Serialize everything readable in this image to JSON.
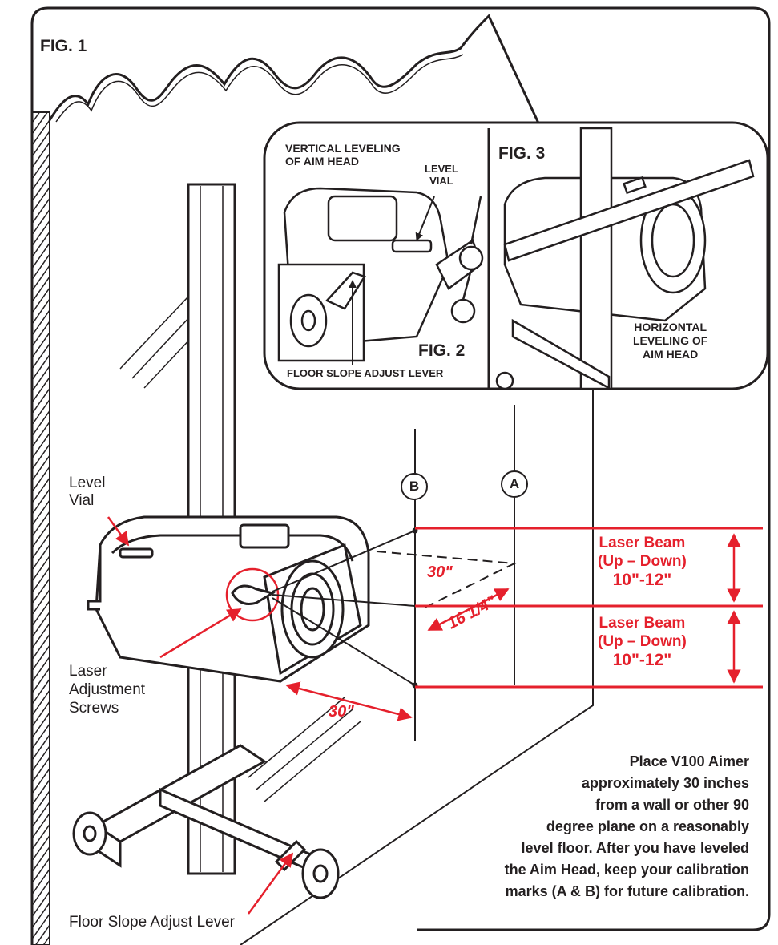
{
  "figures": {
    "fig1": "FIG. 1",
    "fig2": "FIG. 2",
    "fig3": "FIG. 3"
  },
  "inset_fig2": {
    "title_line1": "VERTICAL LEVELING",
    "title_line2": "OF AIM HEAD",
    "level_vial_line1": "LEVEL",
    "level_vial_line2": "VIAL",
    "floor_slope_label": "FLOOR SLOPE ADJUST LEVER"
  },
  "inset_fig3": {
    "caption_line1": "HORIZONTAL",
    "caption_line2": "LEVELING OF",
    "caption_line3": "AIM HEAD"
  },
  "main_labels": {
    "level_vial_line1": "Level",
    "level_vial_line2": "Vial",
    "laser_screws_line1": "Laser",
    "laser_screws_line2": "Adjustment",
    "laser_screws_line3": "Screws",
    "floor_slope_lever": "Floor Slope Adjust Lever"
  },
  "marks": {
    "a": "A",
    "b": "B"
  },
  "beams": [
    {
      "line1": "Laser Beam",
      "line2": "(Up – Down)",
      "range": "10\"-12\""
    },
    {
      "line1": "Laser Beam",
      "line2": "(Up – Down)",
      "range": "10\"-12\""
    }
  ],
  "dimensions": {
    "wall_distance_upper": "30\"",
    "mark_spacing": "16 1/4\"",
    "wall_distance_lower": "30\""
  },
  "instructions": [
    "Place V100 Aimer",
    "approximately 30 inches",
    "from a wall or other 90",
    "degree plane on a reasonably",
    "level floor. After you have leveled",
    "the Aim Head, keep your calibration",
    "marks (A & B) for future calibration."
  ],
  "colors": {
    "accent_red": "#e5202c",
    "ink": "#231f20"
  }
}
